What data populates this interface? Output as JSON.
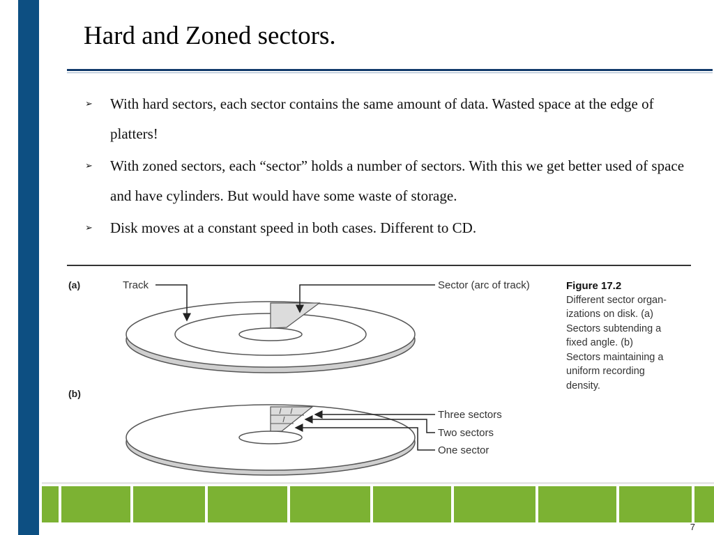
{
  "slide": {
    "title": "Hard and Zoned sectors.",
    "page_number": "7",
    "bullets": [
      {
        "text": "With hard sectors, each sector contains the same amount of data. Wasted space at the edge of platters!"
      },
      {
        "text": "With zoned sectors, each “sector” holds  a number of sectors. With this we get better used of space and have cylinders. But would have some waste of storage."
      },
      {
        "text": "Disk moves at a constant speed in both cases.  Different to CD."
      }
    ]
  },
  "figure": {
    "part_a_label": "(a)",
    "part_b_label": "(b)",
    "track_label": "Track",
    "sector_label": "Sector (arc of track)",
    "three_sectors_label": "Three sectors",
    "two_sectors_label": "Two sectors",
    "one_sector_label": "One sector",
    "caption_title": "Figure 17.2",
    "caption_lines": [
      "Different sector organ-",
      "izations on disk. (a)",
      "Sectors subtending a",
      "fixed angle. (b)",
      "Sectors maintaining a",
      "uniform recording",
      "density."
    ]
  },
  "colors": {
    "left_bar": "#0d4f82",
    "title_rule": "#123a6b",
    "footer_green": "#7cb233"
  }
}
